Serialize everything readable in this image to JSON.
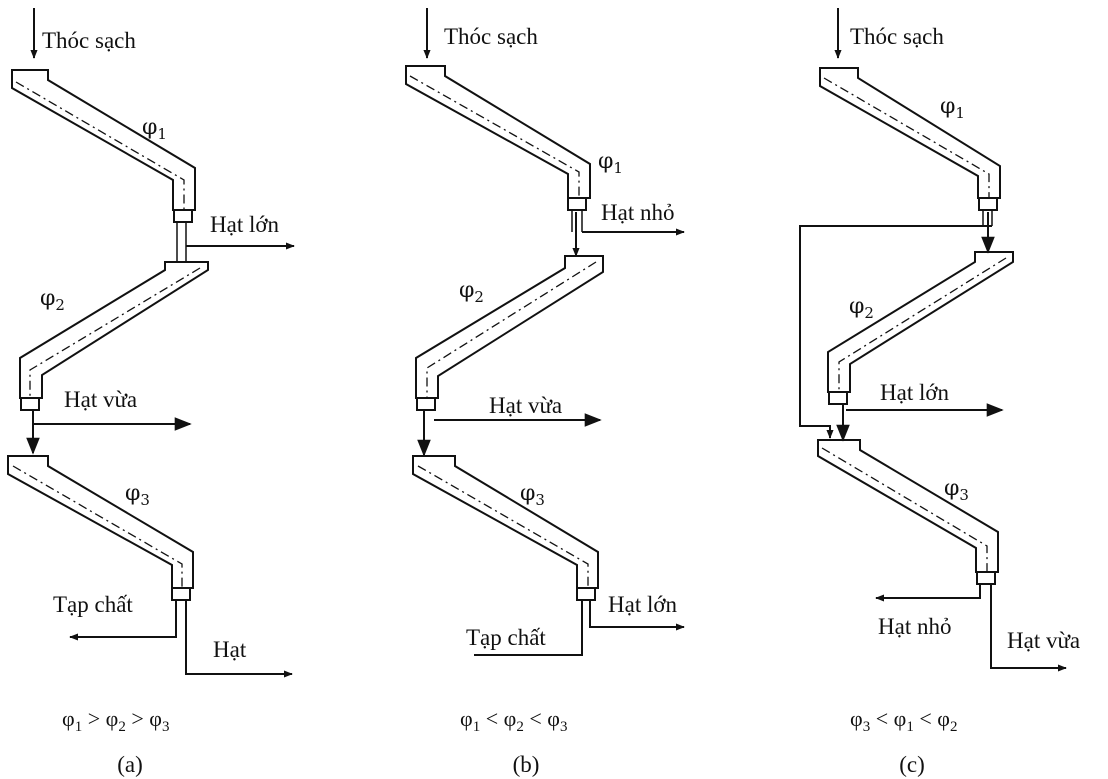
{
  "figure": {
    "panels": [
      {
        "id": "a",
        "caption": "(a)",
        "input_label": "Thóc sạch",
        "sieves": [
          {
            "symbol": "φ",
            "index": "1"
          },
          {
            "symbol": "φ",
            "index": "2"
          },
          {
            "symbol": "φ",
            "index": "3"
          }
        ],
        "outputs": [
          "Hạt lớn",
          "Hạt vừa",
          "Tạp chất",
          "Hạt"
        ],
        "condition": {
          "terms": [
            {
              "symbol": "φ",
              "index": "1"
            },
            {
              "symbol": "φ",
              "index": "2"
            },
            {
              "symbol": "φ",
              "index": "3"
            }
          ],
          "operators": [
            ">",
            ">"
          ]
        }
      },
      {
        "id": "b",
        "caption": "(b)",
        "input_label": "Thóc sạch",
        "sieves": [
          {
            "symbol": "φ",
            "index": "1"
          },
          {
            "symbol": "φ",
            "index": "2"
          },
          {
            "symbol": "φ",
            "index": "3"
          }
        ],
        "outputs": [
          "Hạt nhỏ",
          "Hạt vừa",
          "Hạt lớn",
          "Tạp chất"
        ],
        "condition": {
          "terms": [
            {
              "symbol": "φ",
              "index": "1"
            },
            {
              "symbol": "φ",
              "index": "2"
            },
            {
              "symbol": "φ",
              "index": "3"
            }
          ],
          "operators": [
            "<",
            "<"
          ]
        }
      },
      {
        "id": "c",
        "caption": "(c)",
        "input_label": "Thóc sạch",
        "sieves": [
          {
            "symbol": "φ",
            "index": "1"
          },
          {
            "symbol": "φ",
            "index": "2"
          },
          {
            "symbol": "φ",
            "index": "3"
          }
        ],
        "outputs": [
          "Hạt lớn",
          "Hạt nhỏ",
          "Hạt vừa"
        ],
        "condition": {
          "terms": [
            {
              "symbol": "φ",
              "index": "3"
            },
            {
              "symbol": "φ",
              "index": "1"
            },
            {
              "symbol": "φ",
              "index": "2"
            }
          ],
          "operators": [
            "<",
            "<"
          ]
        }
      }
    ]
  }
}
